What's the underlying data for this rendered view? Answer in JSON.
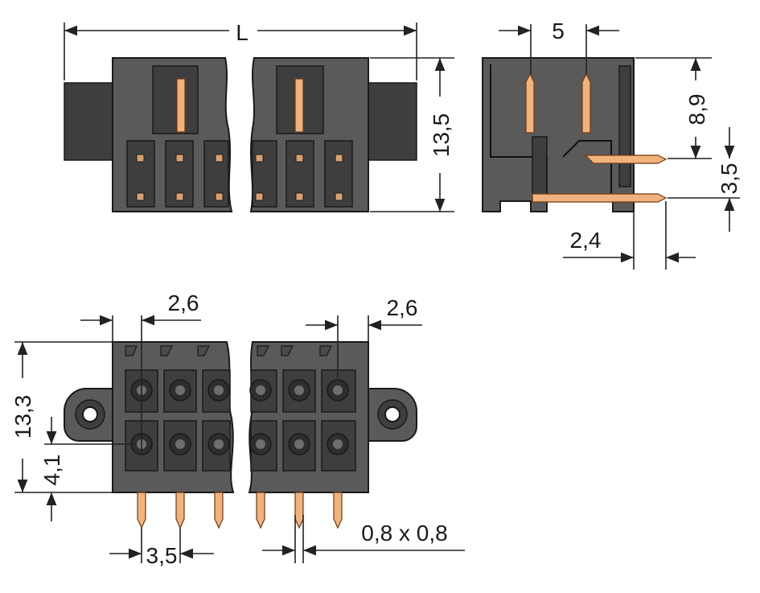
{
  "dimensions": {
    "length": "L",
    "height_front": "13,5",
    "pitch_side": "5",
    "height_side_upper": "8,9",
    "pin_spacing_side": "3,5",
    "offset_side": "2,4",
    "flange_left": "2,6",
    "flange_right": "2,6",
    "height_bottom": "13,3",
    "row_offset": "4,1",
    "pitch_bottom": "3,5",
    "pin_section": "0,8 x 0,8"
  },
  "colors": {
    "housing": "#5a5a5a",
    "pin": "#f2b27c",
    "outline": "#1a1a1a"
  }
}
